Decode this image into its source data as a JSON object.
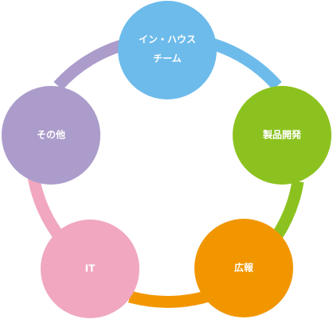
{
  "diagram": {
    "nodes": [
      {
        "id": "inhouse",
        "label_lines": [
          "イン・ハウス",
          "チーム"
        ],
        "color": "#6dbbeb"
      },
      {
        "id": "product",
        "label_lines": [
          "製品開発"
        ],
        "color": "#8cc21f"
      },
      {
        "id": "pr",
        "label_lines": [
          "広報"
        ],
        "color": "#f29600"
      },
      {
        "id": "it",
        "label_lines": [
          "IT"
        ],
        "color": "#f0a7bf"
      },
      {
        "id": "other",
        "label_lines": [
          "その他"
        ],
        "color": "#ac9ccb"
      }
    ]
  }
}
